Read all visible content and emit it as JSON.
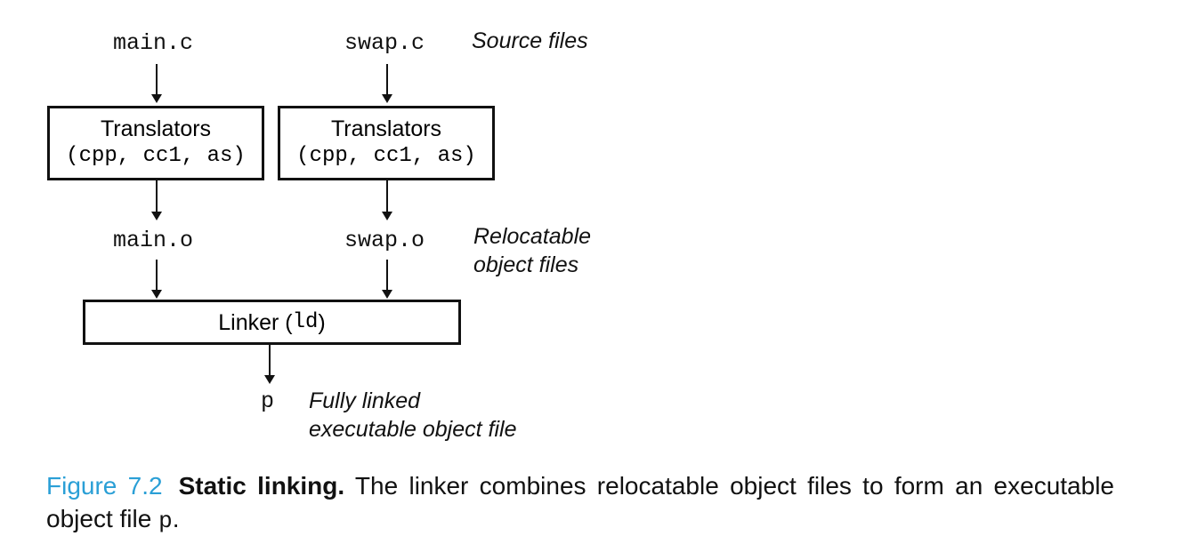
{
  "files": {
    "main_c": "main.c",
    "swap_c": "swap.c",
    "main_o": "main.o",
    "swap_o": "swap.o",
    "p": "p"
  },
  "notes": {
    "source": "Source files",
    "relocatable_line1": "Relocatable",
    "relocatable_line2": "object files",
    "executable_line1": "Fully linked",
    "executable_line2": "executable object file"
  },
  "translator": {
    "title": "Translators",
    "tools": "(cpp, cc1, as)"
  },
  "linker": {
    "label": "Linker (",
    "tool": "ld",
    "close": ")"
  },
  "caption": {
    "figure": "Figure 7.2",
    "title": "Static linking.",
    "text": " The linker combines relocatable object files to form an executable object file ",
    "code": "p",
    "end": "."
  }
}
